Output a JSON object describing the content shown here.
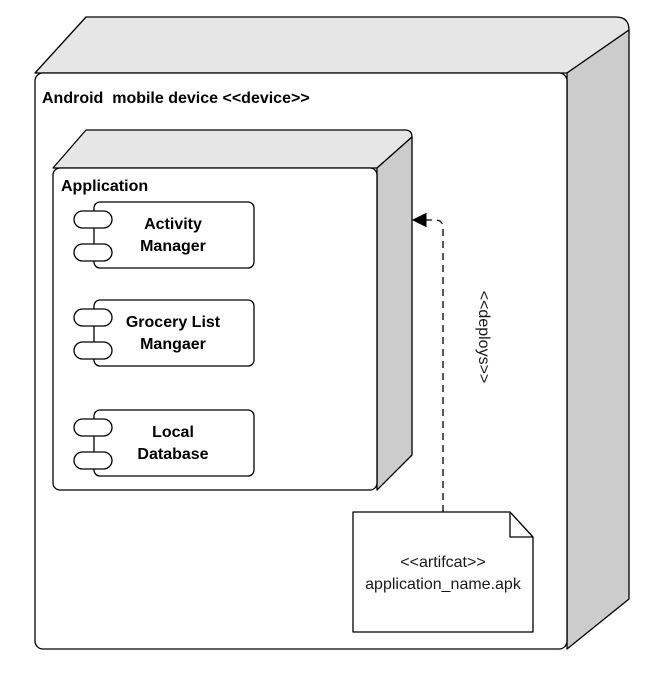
{
  "device": {
    "label": "Android  mobile device <<device>>"
  },
  "application": {
    "label": "Application",
    "components": [
      {
        "line1": "Activity",
        "line2": "Manager"
      },
      {
        "line1": "Grocery List",
        "line2": "Mangaer"
      },
      {
        "line1": "Local",
        "line2": "Database"
      }
    ]
  },
  "dependency": {
    "label": "<<deploys>>"
  },
  "artifact": {
    "stereotype": "<<artifcat>>",
    "name": "application_name.apk"
  },
  "colors": {
    "box_fill": "#ffffff",
    "top_face": "#e6e6e6",
    "side_face": "#cccccc",
    "stroke": "#000000"
  }
}
